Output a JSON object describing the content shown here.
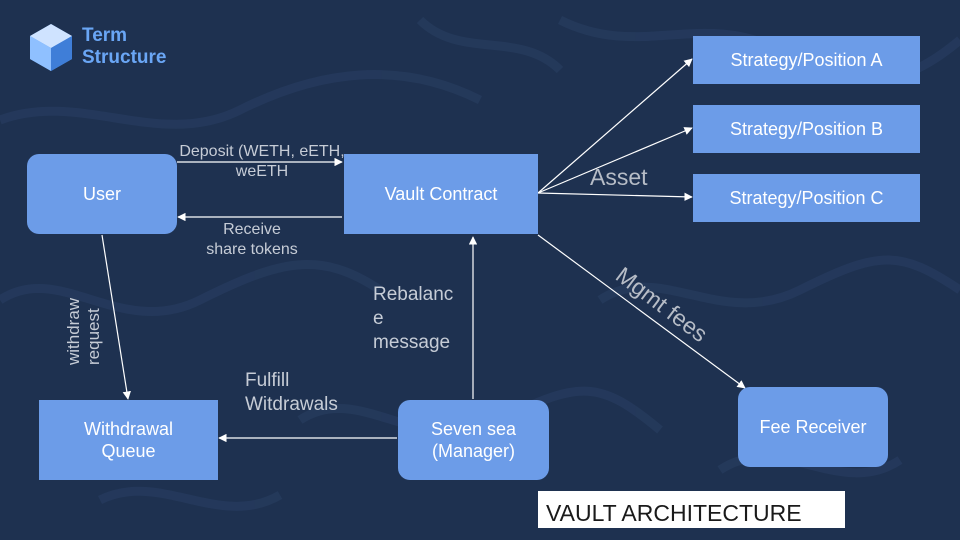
{
  "brand": {
    "line1": "Term",
    "line2": "Structure"
  },
  "nodes": {
    "user": "User",
    "vault": "Vault Contract",
    "strategy_a": "Strategy/Position A",
    "strategy_b": "Strategy/Position B",
    "strategy_c": "Strategy/Position C",
    "withdrawal_queue_1": "Withdrawal",
    "withdrawal_queue_2": "Queue",
    "manager_1": "Seven sea",
    "manager_2": "(Manager)",
    "fee_receiver": "Fee Receiver"
  },
  "edges": {
    "deposit_1": "Deposit (WETH, eETH,",
    "deposit_2": "weETH",
    "receive_1": "Receive",
    "receive_2": "share tokens",
    "asset": "Asset",
    "mgmt_fees": "Mgmt fees",
    "withdraw_1": "withdraw",
    "withdraw_2": "request",
    "rebalance_1": "Rebalanc",
    "rebalance_2": "e",
    "rebalance_3": "message",
    "fulfill_1": "Fulfill",
    "fulfill_2": "Witdrawals"
  },
  "title": "VAULT ARCHITECTURE",
  "colors": {
    "background": "#1e3150",
    "node": "#6c9ce8",
    "brand": "#6aa6f5",
    "edge": "#ffffff",
    "label": "#c6ccd6"
  }
}
